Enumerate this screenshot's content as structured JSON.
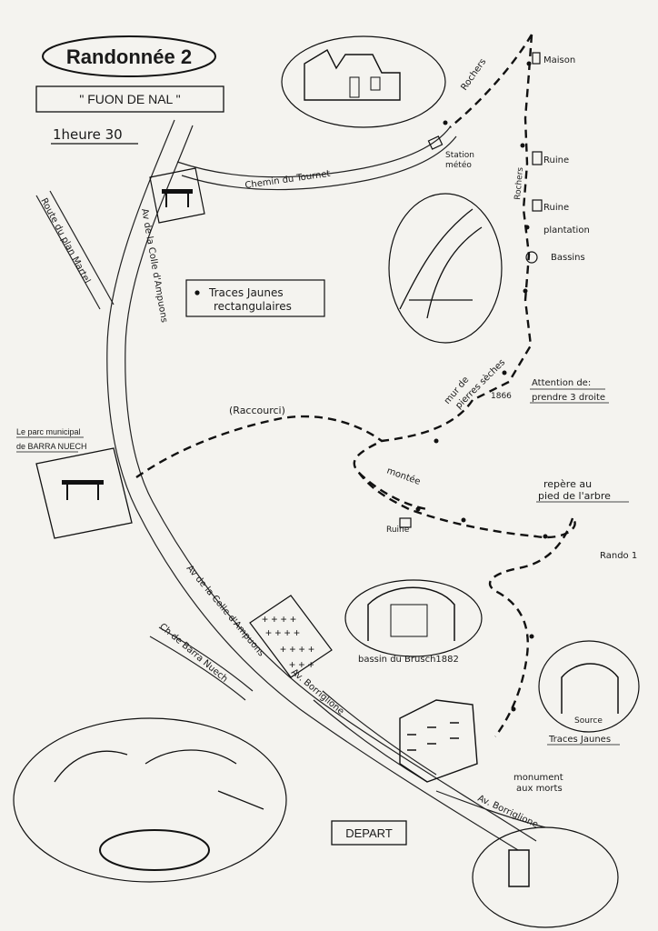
{
  "header": {
    "title": "Randonnée 2",
    "subtitle": "\" FUON DE NAL \"",
    "duration": "1heure 30"
  },
  "legend": {
    "line1": "Traces Jaunes",
    "line2": "rectangulaires"
  },
  "roads": {
    "chemin_tournet": "Chemin du Tournet",
    "route_plan_martel": "Route du plan Martel",
    "av_colle_north": "Av de la Colle d'Ampuons",
    "av_colle_south": "Av de la Colle d'Ampuons",
    "ch_barra_nuech": "Ch de Barra Nuech",
    "av_borriglione_1": "Av. Borriglione",
    "av_borriglione_2": "Av. Borriglione"
  },
  "park": {
    "line1": "Le parc municipal",
    "line2": "de BARRA NUECH"
  },
  "labels": {
    "rochers_1": "Rochers",
    "rochers_2": "Rochers",
    "maison": "Maison",
    "station_1": "Station",
    "station_2": "météo",
    "ruine_1": "Ruine",
    "ruine_2": "Ruine",
    "plantation": "plantation",
    "bassins": "Bassins",
    "mur_1": "mur de",
    "mur_2": "pierres sèches",
    "year": "1866",
    "attention_1": "Attention de:",
    "attention_2": "prendre 3 droite",
    "raccourci": "(Raccourci)",
    "montee": "montée",
    "ruine_3": "Ruine",
    "repere_1": "repère au",
    "repere_2": "pied de l'arbre",
    "rando1": "Rando 1",
    "bassin": "bassin du Brusch1882",
    "source": "Source",
    "traces": "Traces Jaunes",
    "monument_1": "monument",
    "monument_2": "aux morts",
    "depart": "DEPART"
  }
}
